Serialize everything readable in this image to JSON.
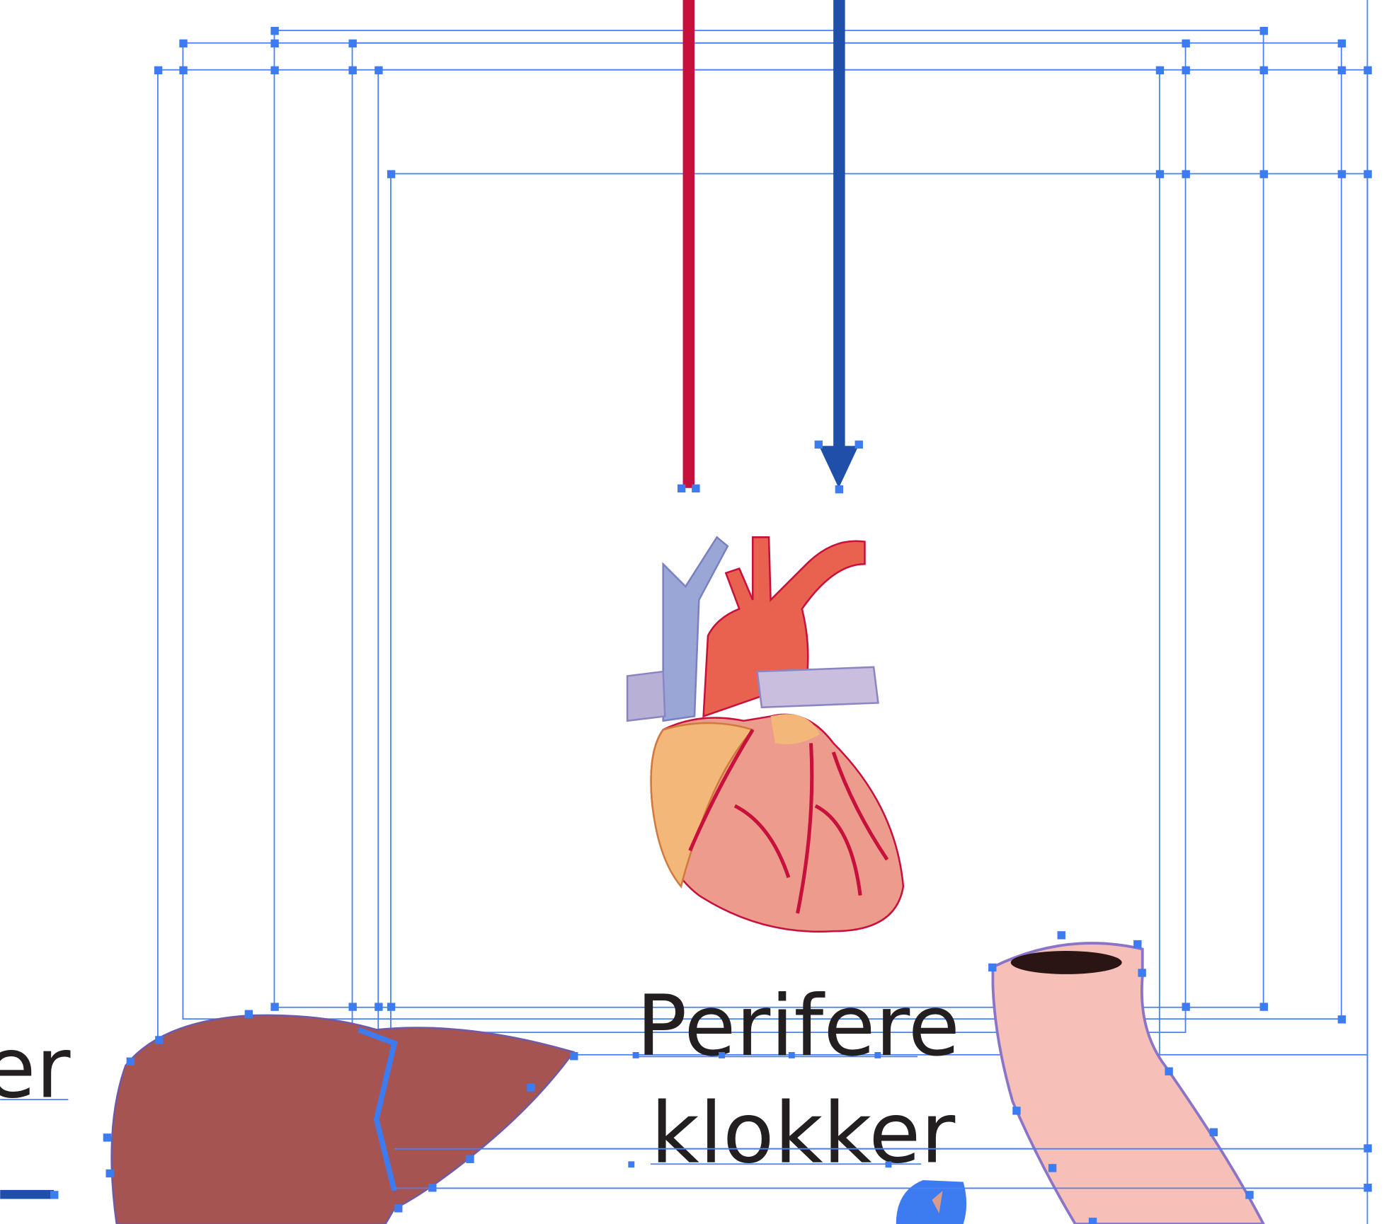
{
  "canvas": {
    "labels": {
      "title_line1": "Perifere",
      "title_line2": "klokker",
      "left_partial": "er"
    },
    "colors": {
      "selection": "#4a7ff5",
      "red_arrow": "#c8103c",
      "blue_arrow": "#1f4fa8",
      "heart": "#e8796a",
      "liver": "#9a4a48",
      "intestine": "#f6c0b8",
      "text": "#231f20"
    },
    "objects": [
      "red-line",
      "blue-arrow",
      "heart-illustration",
      "liver-illustration",
      "intestine-illustration"
    ]
  }
}
